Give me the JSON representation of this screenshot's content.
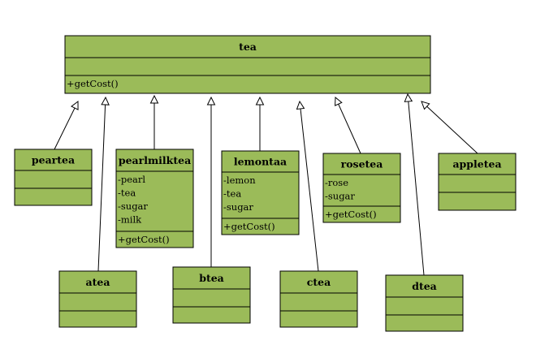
{
  "diagram": {
    "colors": {
      "fill": "#9bbb59",
      "stroke": "#000000",
      "background": "#ffffff"
    },
    "parent": {
      "id": "tea",
      "name": "tea",
      "attributes": [],
      "operations": [
        "+getCost()"
      ]
    },
    "children": [
      {
        "id": "peartea",
        "name": "peartea",
        "attributes": [],
        "operations": []
      },
      {
        "id": "pearlmilktea",
        "name": "pearlmilktea",
        "attributes": [
          "-pearl",
          "-tea",
          "-sugar",
          "-milk"
        ],
        "operations": [
          "+getCost()"
        ]
      },
      {
        "id": "lemontaa",
        "name": "lemontaa",
        "attributes": [
          "-lemon",
          "-tea",
          "-sugar"
        ],
        "operations": [
          "+getCost()"
        ]
      },
      {
        "id": "rosetea",
        "name": "rosetea",
        "attributes": [
          "-rose",
          "-sugar"
        ],
        "operations": [
          "+getCost()"
        ]
      },
      {
        "id": "appletea",
        "name": "appletea",
        "attributes": [],
        "operations": []
      },
      {
        "id": "atea",
        "name": "atea",
        "attributes": [],
        "operations": []
      },
      {
        "id": "btea",
        "name": "btea",
        "attributes": [],
        "operations": []
      },
      {
        "id": "ctea",
        "name": "ctea",
        "attributes": [],
        "operations": []
      },
      {
        "id": "dtea",
        "name": "dtea",
        "attributes": [],
        "operations": []
      }
    ],
    "relations": [
      {
        "type": "generalization",
        "from": "peartea",
        "to": "tea"
      },
      {
        "type": "generalization",
        "from": "atea",
        "to": "tea"
      },
      {
        "type": "generalization",
        "from": "pearlmilktea",
        "to": "tea"
      },
      {
        "type": "generalization",
        "from": "btea",
        "to": "tea"
      },
      {
        "type": "generalization",
        "from": "lemontaa",
        "to": "tea"
      },
      {
        "type": "generalization",
        "from": "ctea",
        "to": "tea"
      },
      {
        "type": "generalization",
        "from": "rosetea",
        "to": "tea"
      },
      {
        "type": "generalization",
        "from": "dtea",
        "to": "tea"
      },
      {
        "type": "generalization",
        "from": "appletea",
        "to": "tea"
      }
    ]
  }
}
